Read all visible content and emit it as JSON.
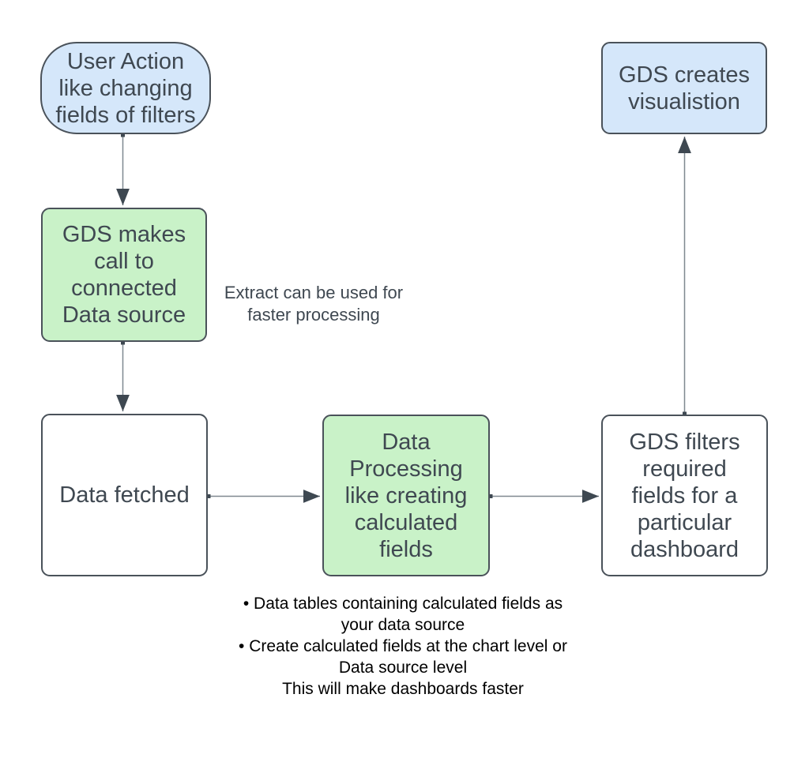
{
  "palette": {
    "background": "#ffffff",
    "blue_fill": "#d5e7fa",
    "green_fill": "#c9f2c8",
    "white_fill": "#ffffff",
    "border": "#4a525a",
    "box_text": "#3f4851",
    "note_text": "#3f4851",
    "bullet_text": "#000000",
    "connector_line": "#7f8890",
    "arrowhead": "#3e4851"
  },
  "flow": {
    "nodes": [
      {
        "id": "user-action",
        "shape": "stadium",
        "fill": "blue",
        "label": "User Action\nlike changing\nfields of filters"
      },
      {
        "id": "gds-call",
        "shape": "rounded",
        "fill": "green",
        "label": "GDS makes\ncall to\nconnected\nData source"
      },
      {
        "id": "data-fetched",
        "shape": "rounded",
        "fill": "white",
        "label": "Data fetched"
      },
      {
        "id": "data-processing",
        "shape": "rounded",
        "fill": "green",
        "label": "Data\nProcessing\nlike creating\ncalculated\nfields"
      },
      {
        "id": "gds-filters",
        "shape": "rounded",
        "fill": "white",
        "label": "GDS filters\nrequired\nfields for a\nparticular\ndashboard"
      },
      {
        "id": "gds-visualisation",
        "shape": "rounded",
        "fill": "blue",
        "label": "GDS creates\nvisualistion"
      }
    ],
    "connectors": [
      {
        "from": "user-action",
        "to": "gds-call"
      },
      {
        "from": "gds-call",
        "to": "data-fetched"
      },
      {
        "from": "data-fetched",
        "to": "data-processing"
      },
      {
        "from": "data-processing",
        "to": "gds-filters"
      },
      {
        "from": "gds-filters",
        "to": "gds-visualisation"
      }
    ],
    "annotations": [
      {
        "id": "extract-note",
        "text": "Extract can be used for\nfaster processing"
      },
      {
        "id": "tips-note",
        "text": "• Data tables containing calculated fields as\nyour data source\n• Create calculated fields at the chart level or\nData source level\nThis will make dashboards faster"
      }
    ]
  }
}
